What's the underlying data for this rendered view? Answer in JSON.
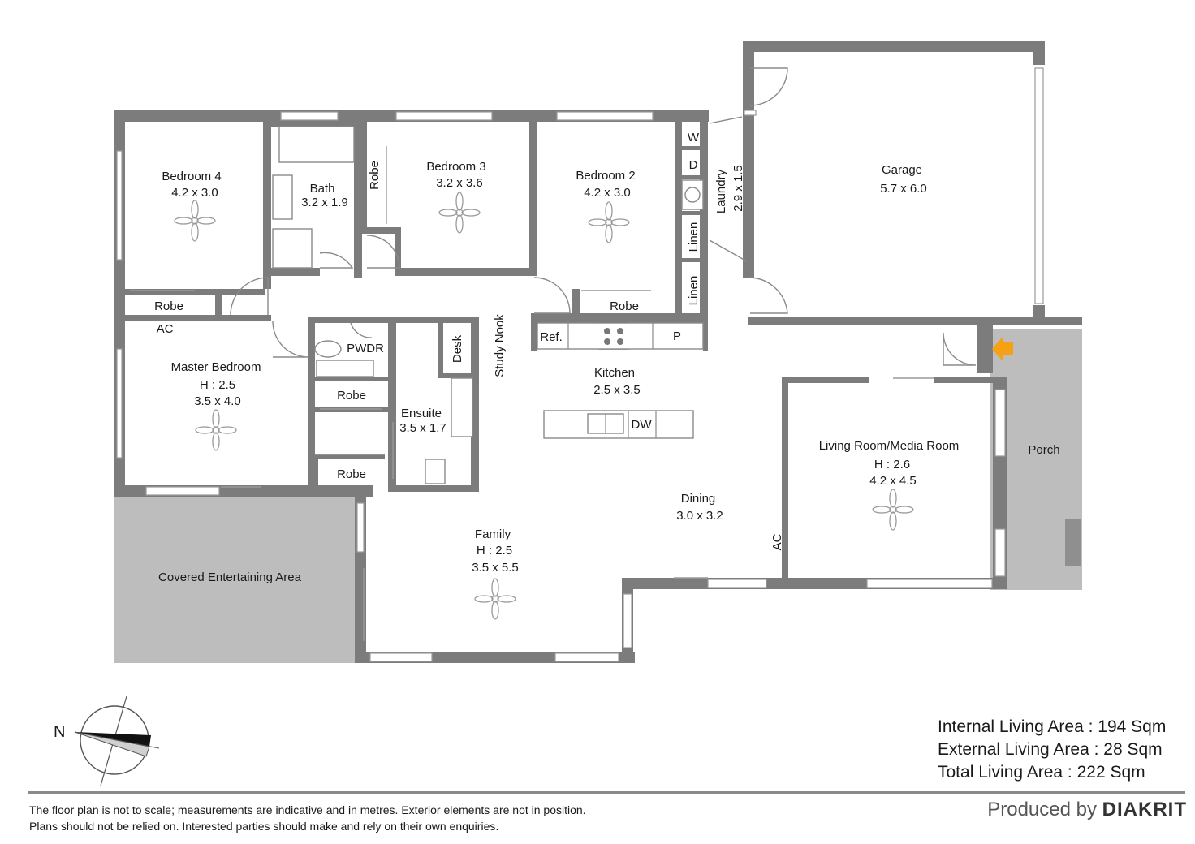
{
  "colors": {
    "wall": "#7c7c7c",
    "outdoor": "#bdbdbd",
    "window": "#ffffff",
    "entry_arrow": "#f5a015",
    "fixture": "#9a9a9a"
  },
  "rooms": {
    "bedroom4": {
      "name": "Bedroom 4",
      "size": "4.2 x 3.0"
    },
    "bath": {
      "name": "Bath",
      "size": "3.2 x 1.9"
    },
    "robe_b3": "Robe",
    "bedroom3": {
      "name": "Bedroom 3",
      "size": "3.2 x 3.6"
    },
    "bedroom2": {
      "name": "Bedroom 2",
      "size": "4.2 x 3.0"
    },
    "w": "W",
    "d": "D",
    "linen1": "Linen",
    "linen2": "Linen",
    "laundry": {
      "name": "Laundry",
      "size": "2.9 x 1.5"
    },
    "garage": {
      "name": "Garage",
      "size": "5.7 x 6.0"
    },
    "robe_b4": "Robe",
    "robe_b2": "Robe",
    "ac1": "AC",
    "master": {
      "name": "Master Bedroom",
      "height": "H : 2.5",
      "size": "3.5 x 4.0"
    },
    "pwdr": "PWDR",
    "desk": "Desk",
    "study_nook": "Study Nook",
    "robe_mid": "Robe",
    "ensuite": {
      "name": "Ensuite",
      "size": "3.5 x 1.7"
    },
    "robe_low": "Robe",
    "ref": "Ref.",
    "pantry": "P",
    "kitchen": {
      "name": "Kitchen",
      "size": "2.5 x 3.5"
    },
    "dw": "DW",
    "living": {
      "name": "Living Room/Media Room",
      "height": "H : 2.6",
      "size": "4.2 x 4.5"
    },
    "porch": "Porch",
    "dining": {
      "name": "Dining",
      "size": "3.0 x 3.2"
    },
    "ac2": "AC",
    "family": {
      "name": "Family",
      "height": "H : 2.5",
      "size": "3.5 x 5.5"
    },
    "covered": "Covered Entertaining Area"
  },
  "compass": {
    "north_label": "N"
  },
  "areas": {
    "internal": "Internal Living Area : 194 Sqm",
    "external": "External Living Area : 28 Sqm",
    "total": "Total Living Area : 222 Sqm"
  },
  "disclaimer": {
    "line1": "The floor plan is not to scale; measurements are indicative and in metres. Exterior elements are not in position.",
    "line2": "Plans should not be relied on. Interested parties should make and rely on their own enquiries."
  },
  "producer": {
    "prefix": "Produced by",
    "brand": "DIAKRIT"
  }
}
